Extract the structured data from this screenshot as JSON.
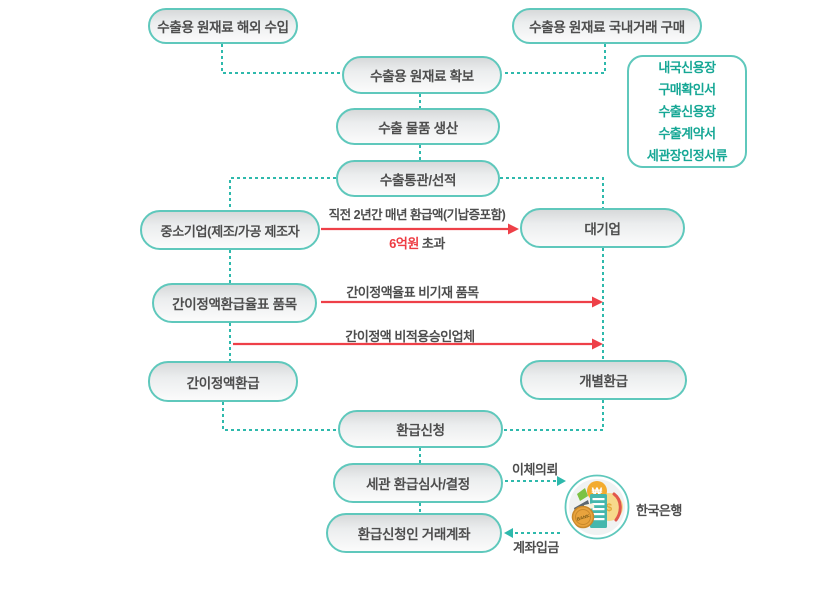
{
  "diagram": {
    "nodes": {
      "overseas_import": "수출용 원재료 해외 수입",
      "domestic_purchase": "수출용 원재료 국내거래 구매",
      "secure_materials": "수출용 원재료 확보",
      "produce_goods": "수출 물품 생산",
      "export_clearance": "수출통관/선적",
      "sme": "중소기업(제조/가공 제조자",
      "large_company": "대기업",
      "fixed_rate_items": "간이정액환급율표 품목",
      "simplified_refund": "간이정액환급",
      "individual_refund": "개별환급",
      "refund_application": "환급신청",
      "customs_review": "세관 환급심사/결정",
      "applicant_account": "환급신청인 거래계좌"
    },
    "side_box": {
      "items": [
        "내국신용장",
        "구매확인서",
        "수출신용장",
        "수출계약서",
        "세관장인정서류"
      ]
    },
    "edge_labels": {
      "refund_threshold_line1": "직전 2년간 매년 환급액(기납증포함)",
      "refund_threshold_amount": "6억원",
      "refund_threshold_suffix": " 초과",
      "not_listed_items": "간이정액율표 비기재 품목",
      "non_applied_company": "간이정액 비적용승인업체",
      "transfer_request": "이체의뢰",
      "account_deposit": "계좌입금"
    },
    "bank": {
      "label": "한국은행",
      "icon": "bank-building-icon",
      "coin_text": "BANK",
      "won_symbol": "₩",
      "dollar_symbol": "$"
    },
    "colors": {
      "teal_line": "#2eb9ac",
      "teal_border": "#5fc8bc",
      "red": "#ee4048",
      "text": "#4d4d4d",
      "side_box_text": "#16a795"
    }
  }
}
